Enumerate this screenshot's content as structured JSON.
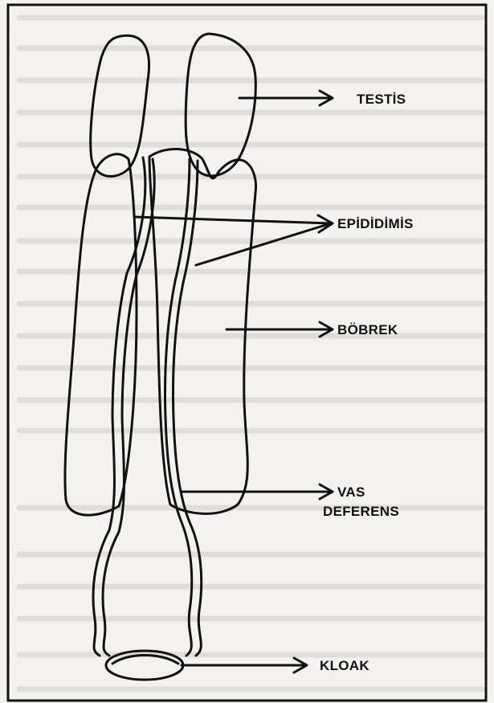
{
  "labels": {
    "testis": "TESTİS",
    "epididimis": "EPİDİDİMİS",
    "bobrek": "BÖBREK",
    "vas_line1": "VAS",
    "vas_line2": "DEFERENS",
    "kloak": "KLOAK"
  },
  "colors": {
    "ink": "#111111",
    "paper": "#f4f2ee",
    "background_text": "#c9c6c1"
  }
}
